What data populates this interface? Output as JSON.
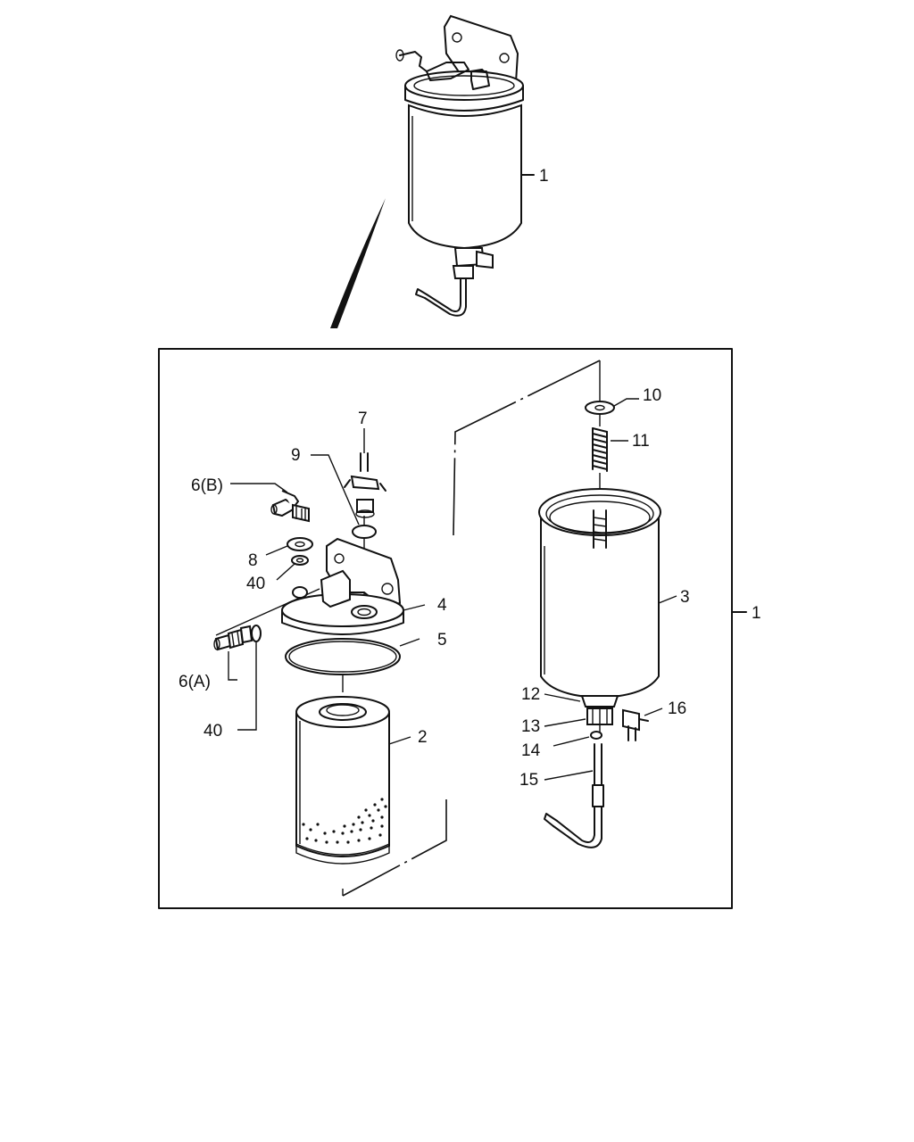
{
  "labels": {
    "assembly_top": "1",
    "assembly_box": "1",
    "element": "2",
    "case": "3",
    "head": "4",
    "gasket_5": "5",
    "fitting_6a": "6(A)",
    "fitting_6b": "6(B)",
    "vent_plug": "7",
    "washer_8": "8",
    "oring_9": "9",
    "washer_10": "10",
    "spring": "11",
    "part_12": "12",
    "part_13": "13",
    "part_14": "14",
    "drain_tube": "15",
    "drain_cock": "16",
    "washer_40a": "40",
    "washer_40b": "40"
  }
}
